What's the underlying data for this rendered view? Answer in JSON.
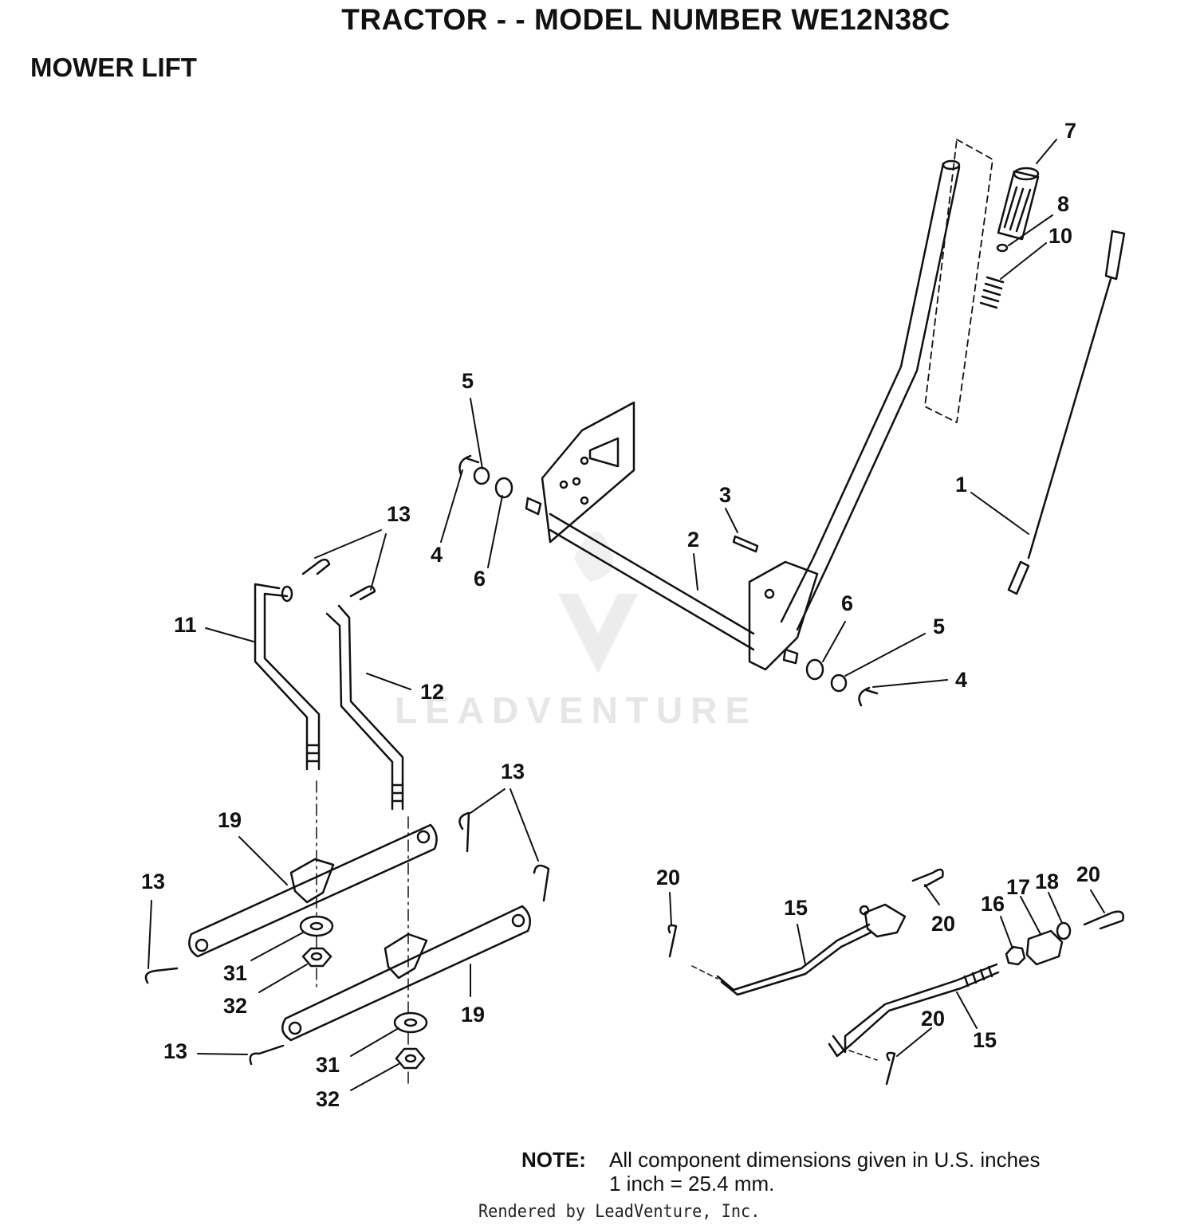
{
  "header": {
    "title": "TRACTOR - - MODEL NUMBER WE12N38C",
    "subtitle": "MOWER LIFT"
  },
  "callouts": {
    "c1": "1",
    "c2": "2",
    "c3": "3",
    "c4a": "4",
    "c4b": "4",
    "c5a": "5",
    "c5b": "5",
    "c6a": "6",
    "c6b": "6",
    "c7": "7",
    "c8": "8",
    "c10": "10",
    "c11": "11",
    "c12": "12",
    "c13a": "13",
    "c13b": "13",
    "c13c": "13",
    "c13d": "13",
    "c15a": "15",
    "c15b": "15",
    "c16": "16",
    "c17": "17",
    "c18": "18",
    "c19a": "19",
    "c19b": "19",
    "c20a": "20",
    "c20b": "20",
    "c20c": "20",
    "c20d": "20",
    "c31a": "31",
    "c31b": "31",
    "c32a": "32",
    "c32b": "32"
  },
  "watermark": "LEADVENTURE",
  "note": {
    "label": "NOTE:",
    "line1": "All component dimensions given in U.S. inches",
    "line2": "1 inch = 25.4 mm."
  },
  "footer": "Rendered by LeadVenture, Inc."
}
